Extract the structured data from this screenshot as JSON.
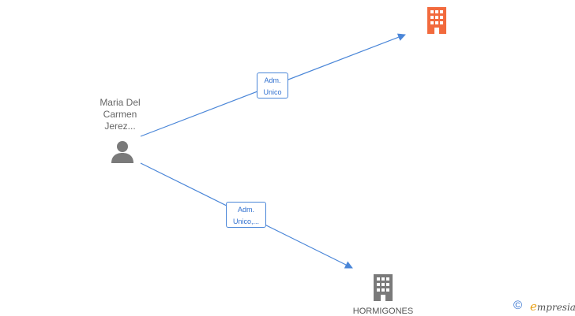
{
  "person": {
    "name_lines": [
      "Maria Del",
      "Carmen",
      "Jerez..."
    ],
    "icon": "person-icon"
  },
  "edges": [
    {
      "id": "edge-1",
      "label_lines": [
        "Adm.",
        "Unico"
      ],
      "target": "company-top"
    },
    {
      "id": "edge-2",
      "label_lines": [
        "Adm.",
        "Unico,..."
      ],
      "target": "company-bottom"
    }
  ],
  "companies": {
    "top": {
      "label": "",
      "icon": "building-icon",
      "color": "#f26a3d"
    },
    "bottom": {
      "label": "HORMIGONES",
      "icon": "building-icon",
      "color": "#7a7a7a"
    }
  },
  "colors": {
    "edge": "#4a86d8",
    "person": "#7a7a7a"
  },
  "brand": {
    "copyright": "©",
    "first_letter": "e",
    "rest": "mpresia"
  }
}
